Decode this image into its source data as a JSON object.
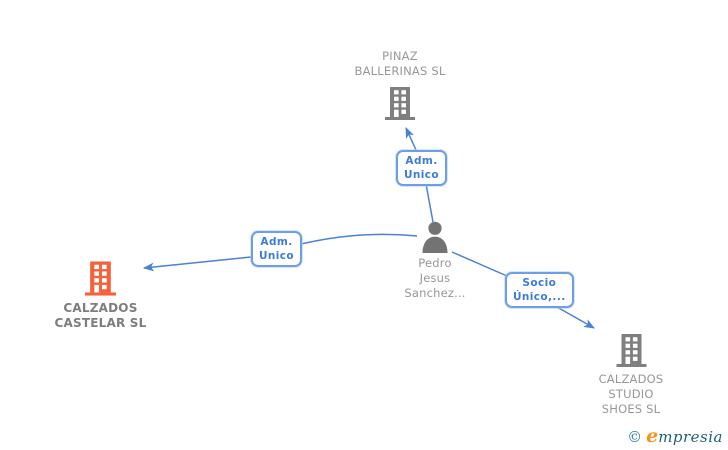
{
  "nodes": {
    "pinaz_ballerinas": {
      "lines": [
        "PINAZ",
        "BALLERINAS SL"
      ]
    },
    "calzados_castelar": {
      "lines": [
        "CALZADOS",
        "CASTELAR SL"
      ]
    },
    "person_pedro": {
      "lines": [
        "Pedro",
        "Jesus",
        "Sanchez..."
      ]
    },
    "calzados_studio": {
      "lines": [
        "CALZADOS",
        "STUDIO",
        "SHOES SL"
      ]
    }
  },
  "relations": {
    "adm_unico_pinaz": {
      "lines": [
        "Adm.",
        "Unico"
      ]
    },
    "adm_unico_castelar": {
      "lines": [
        "Adm.",
        "Unico"
      ]
    },
    "socio_unico_studio": {
      "lines": [
        "Socio",
        "Único,..."
      ]
    }
  },
  "watermark": {
    "copyright": "©",
    "brand_initial": "e",
    "brand_rest": "mpresia"
  },
  "colors": {
    "edge_blue": "#4A80D9",
    "label_border": "#6C9FE8",
    "label_text": "#3D7BD9",
    "node_text": "#979797",
    "highlight_node_text": "#7D7D7D",
    "building_gray": "#7F7F7F",
    "building_orange": "#F4613B",
    "person_gray": "#737373",
    "logo_teal": "#2E7E9E",
    "logo_orange": "#F7941D",
    "logo_dark": "#1E5F78"
  }
}
